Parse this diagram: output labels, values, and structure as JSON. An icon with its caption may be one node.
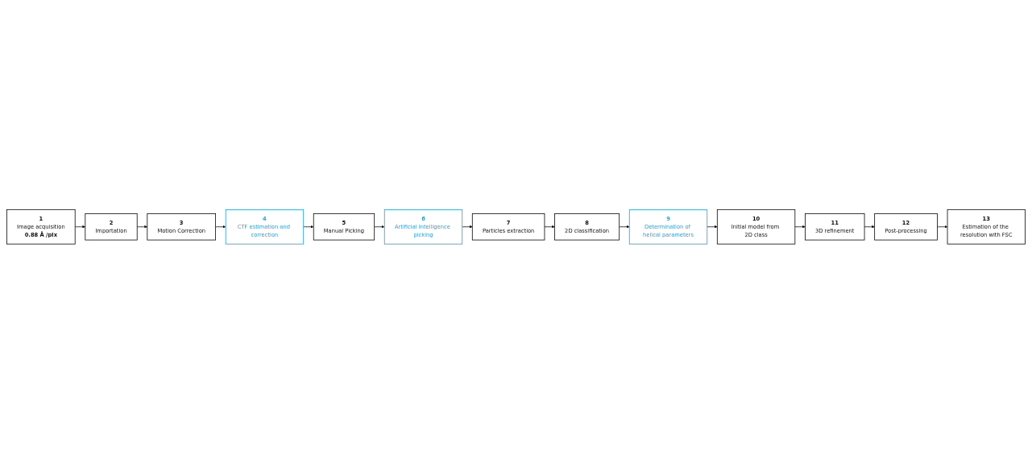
{
  "diagram": {
    "nodes": [
      {
        "text": [
          "1",
          "Image acquisition",
          "0.88 Å /pix"
        ]
      },
      {
        "text": [
          "2",
          "Importation"
        ]
      },
      {
        "text": [
          "3",
          "Motion Correction"
        ]
      },
      {
        "text": [
          "4",
          "CTF estimation and correction"
        ]
      },
      {
        "text": [
          "5",
          "Manual Picking"
        ]
      },
      {
        "text": [
          "6",
          "Artificial Intelligence picking"
        ]
      },
      {
        "text": [
          "7",
          "Particles extraction"
        ]
      },
      {
        "text": [
          "8",
          "2D classification"
        ]
      },
      {
        "text": [
          "9",
          "Determination of helical parameters"
        ]
      },
      {
        "text": [
          "10",
          "Initial model from 2D class"
        ]
      },
      {
        "text": [
          "11",
          "3D refinement"
        ]
      },
      {
        "text": [
          "12",
          "Post-processing"
        ]
      },
      {
        "text": [
          "13",
          "Estimation of the resolution with FSC"
        ]
      }
    ],
    "edges": [
      {
        "from": 0,
        "to": 1,
        "arrow": "to"
      },
      {
        "from": 1,
        "to": 2,
        "arrow": "to"
      },
      {
        "from": 2,
        "to": 3,
        "arrow": "to"
      },
      {
        "from": 3,
        "to": 4,
        "arrow": "to"
      },
      {
        "from": 4,
        "to": 5,
        "arrow": "to"
      },
      {
        "from": 5,
        "to": 6,
        "arrow": "to"
      },
      {
        "from": 6,
        "to": 7,
        "arrow": "to"
      },
      {
        "from": 7,
        "to": 8,
        "arrow": "to"
      },
      {
        "from": 8,
        "to": 9,
        "arrow": "to"
      },
      {
        "from": 9,
        "to": 10,
        "arrow": "to"
      },
      {
        "from": 10,
        "to": 11,
        "arrow": "to"
      },
      {
        "from": 11,
        "to": 12,
        "arrow": "to"
      }
    ]
  }
}
